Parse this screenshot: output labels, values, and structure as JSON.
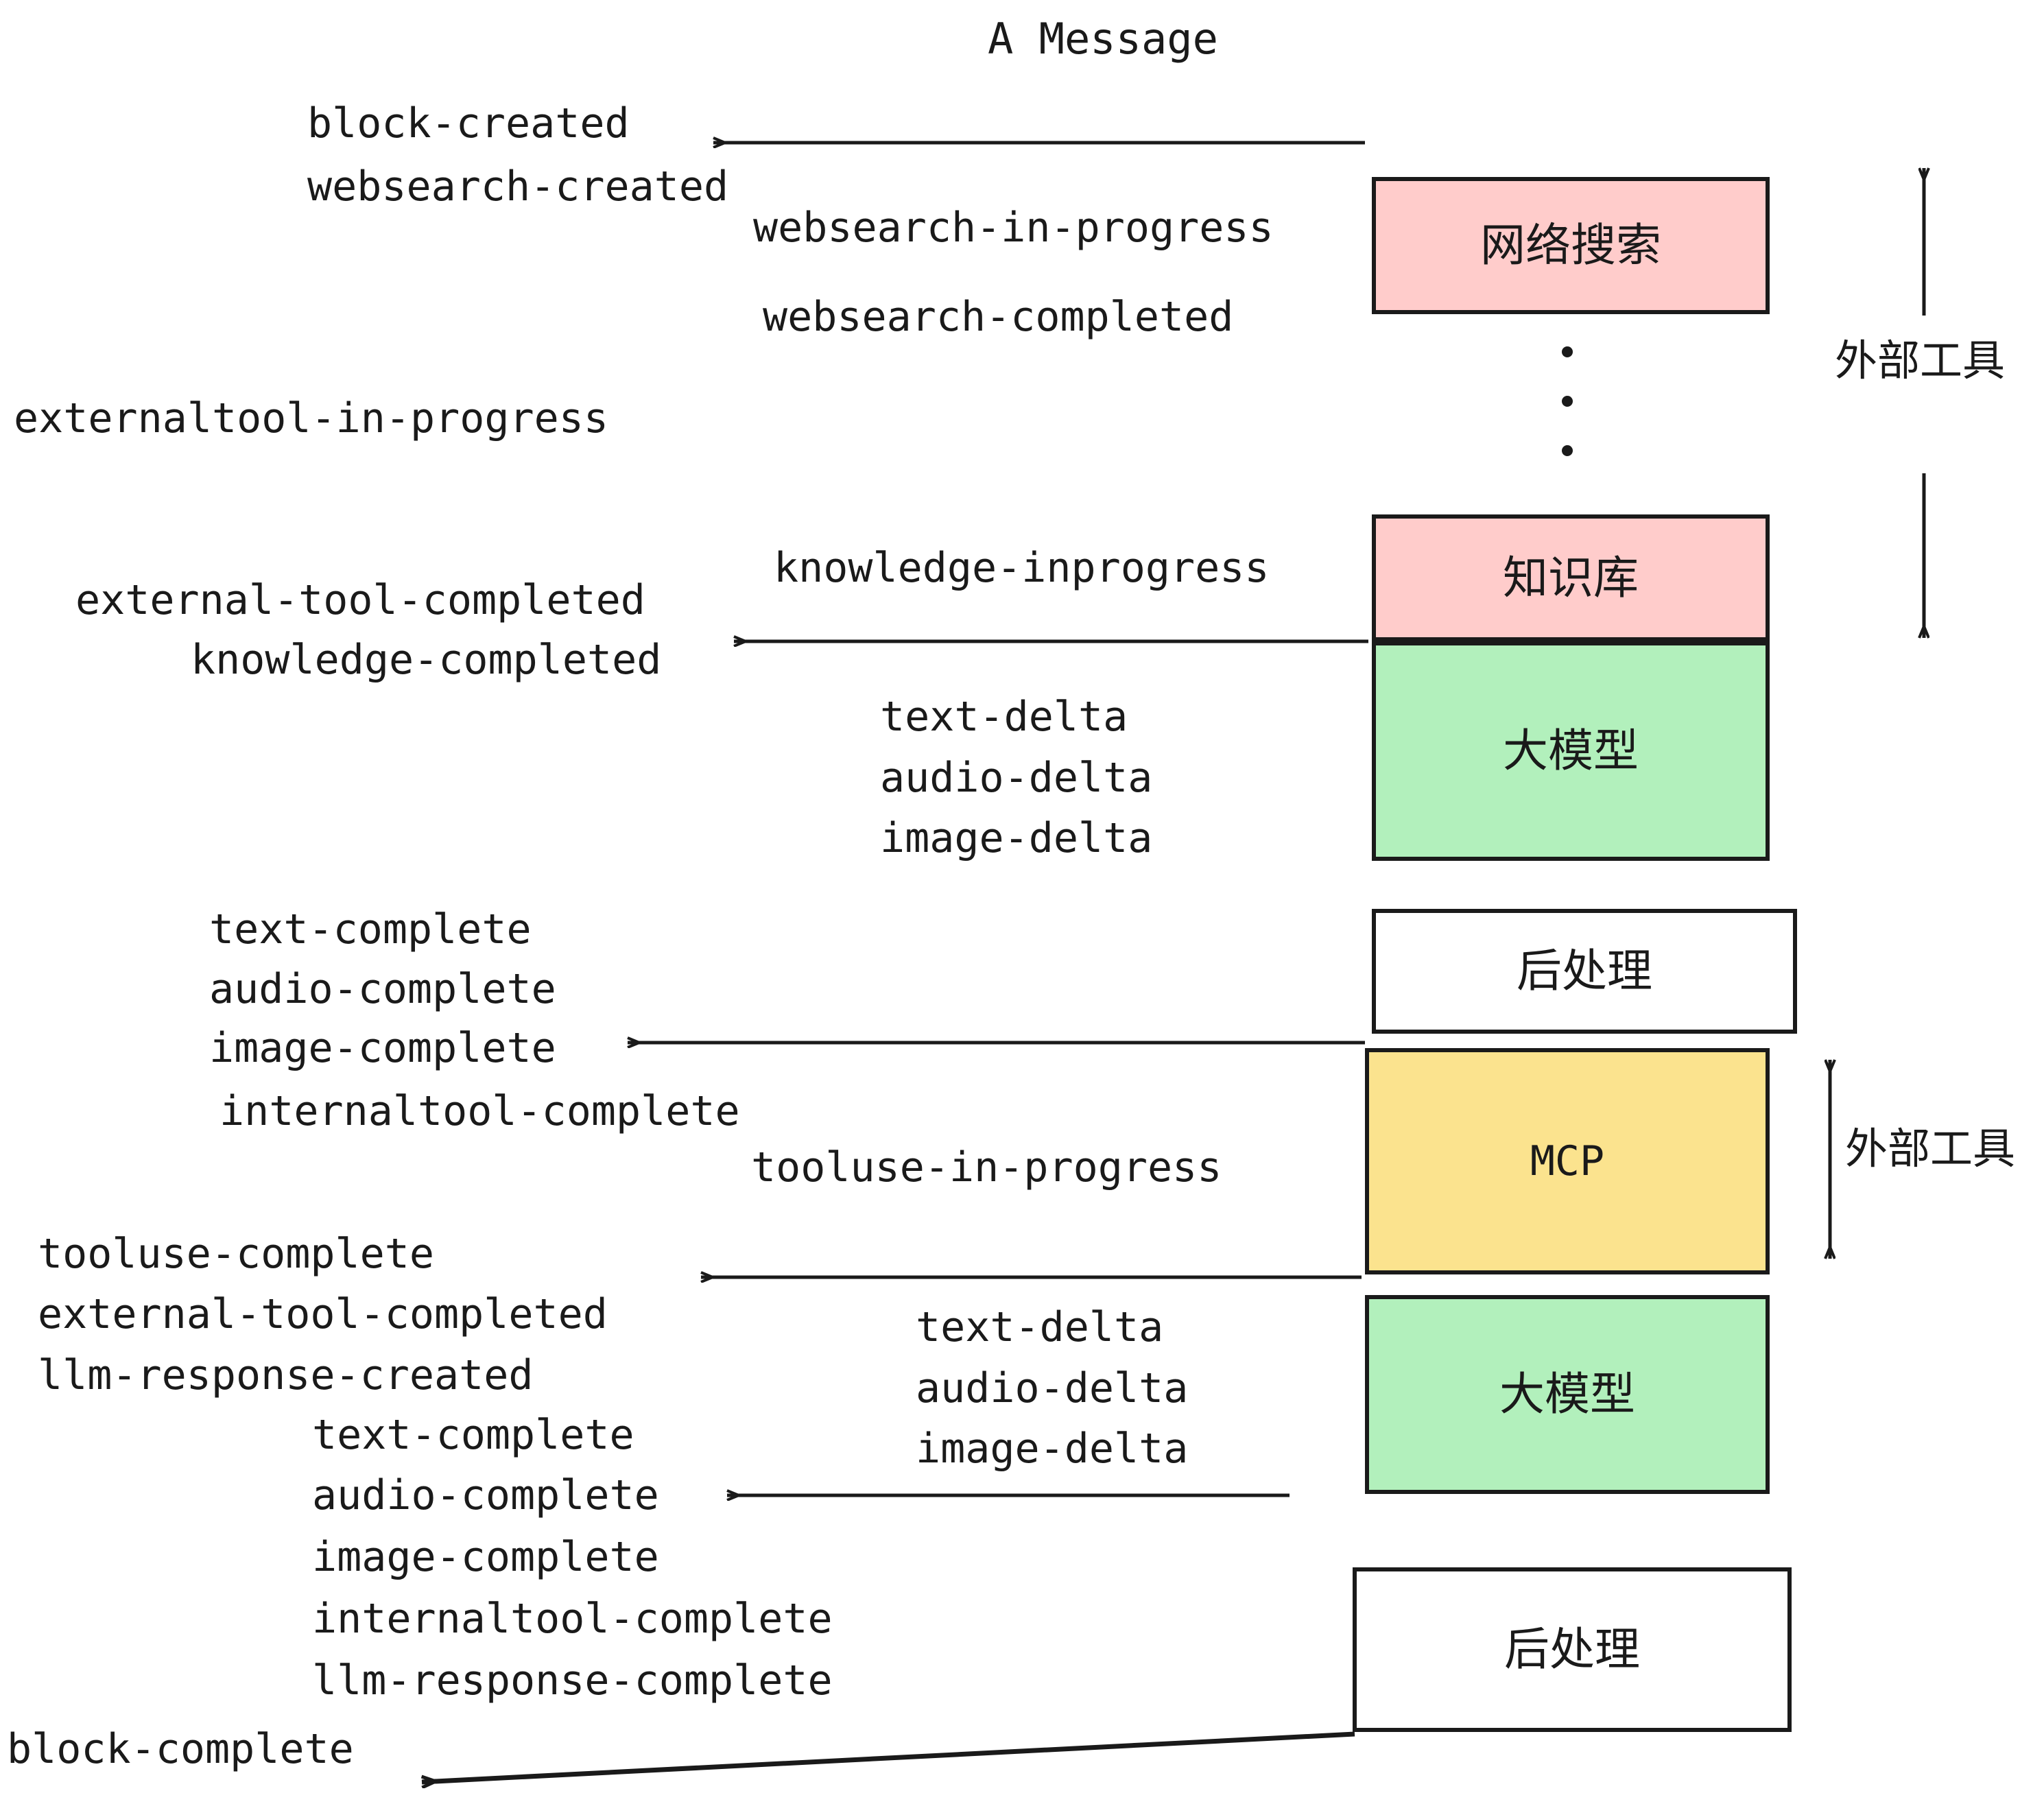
{
  "title": "A Message",
  "colors": {
    "pink": "#FFCCCB",
    "green": "#B2F0BC",
    "yellow": "#FBE38E",
    "white": "#FFFFFF",
    "stroke": "#1A1A1A",
    "background": "#FFFFFF"
  },
  "boxes": [
    {
      "id": "websearch",
      "label": "网络搜索",
      "fill": "pink"
    },
    {
      "id": "knowledge",
      "label": "知识库",
      "fill": "pink"
    },
    {
      "id": "llm-1",
      "label": "大模型",
      "fill": "green"
    },
    {
      "id": "postprocess-1",
      "label": "后处理",
      "fill": "white"
    },
    {
      "id": "mcp",
      "label": "MCP",
      "fill": "yellow"
    },
    {
      "id": "llm-2",
      "label": "大模型",
      "fill": "green"
    },
    {
      "id": "postprocess-2",
      "label": "后处理",
      "fill": "white"
    }
  ],
  "side_labels": [
    {
      "id": "external-tools-top",
      "label": "外部工具"
    },
    {
      "id": "external-tools-bottom",
      "label": "外部工具"
    }
  ],
  "events": [
    {
      "id": "block-created",
      "label": "block-created"
    },
    {
      "id": "websearch-created",
      "label": "websearch-created"
    },
    {
      "id": "websearch-in-progress",
      "label": "websearch-in-progress"
    },
    {
      "id": "websearch-completed",
      "label": "websearch-completed"
    },
    {
      "id": "externaltool-in-progress",
      "label": "externaltool-in-progress"
    },
    {
      "id": "knowledge-inprogress",
      "label": "knowledge-inprogress"
    },
    {
      "id": "external-tool-completed-1",
      "label": "external-tool-completed"
    },
    {
      "id": "knowledge-completed",
      "label": "knowledge-completed"
    },
    {
      "id": "text-delta-1",
      "label": "text-delta"
    },
    {
      "id": "audio-delta-1",
      "label": "audio-delta"
    },
    {
      "id": "image-delta-1",
      "label": "image-delta"
    },
    {
      "id": "text-complete-1",
      "label": "text-complete"
    },
    {
      "id": "audio-complete-1",
      "label": "audio-complete"
    },
    {
      "id": "image-complete-1",
      "label": "image-complete"
    },
    {
      "id": "internaltool-complete-1",
      "label": "internaltool-complete"
    },
    {
      "id": "tooluse-in-progress",
      "label": "tooluse-in-progress"
    },
    {
      "id": "tooluse-complete",
      "label": "tooluse-complete"
    },
    {
      "id": "external-tool-completed-2",
      "label": "external-tool-completed"
    },
    {
      "id": "llm-response-created",
      "label": "llm-response-created"
    },
    {
      "id": "text-delta-2",
      "label": "text-delta"
    },
    {
      "id": "audio-delta-2",
      "label": "audio-delta"
    },
    {
      "id": "image-delta-2",
      "label": "image-delta"
    },
    {
      "id": "text-complete-2",
      "label": "text-complete"
    },
    {
      "id": "audio-complete-2",
      "label": "audio-complete"
    },
    {
      "id": "image-complete-2",
      "label": "image-complete"
    },
    {
      "id": "internaltool-complete-2",
      "label": "internaltool-complete"
    },
    {
      "id": "llm-response-complete",
      "label": "llm-response-complete"
    },
    {
      "id": "block-complete",
      "label": "block-complete"
    }
  ]
}
